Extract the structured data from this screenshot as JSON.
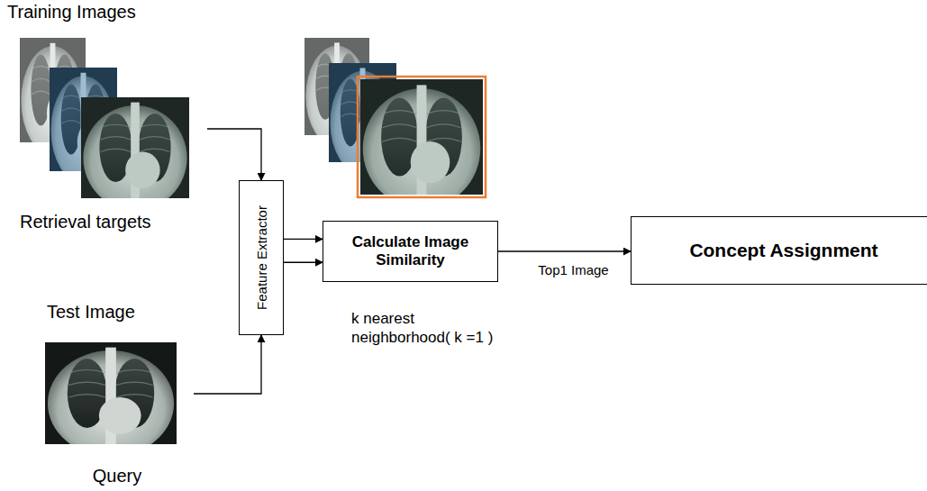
{
  "diagram": {
    "nodes": [
      {
        "text": [
          "Training Images",
          "Retrieval targets"
        ]
      },
      {
        "text": [
          "Test Image",
          "Query"
        ]
      },
      {
        "text": [
          "Feature Extractor"
        ]
      },
      {
        "text": [
          "Calculate Image Similarity"
        ]
      },
      {
        "text": [
          "Concept Assignment"
        ]
      }
    ],
    "edges": [
      {
        "from": 0,
        "to": 2,
        "arrow": "to"
      },
      {
        "from": 1,
        "to": 2,
        "arrow": "to"
      },
      {
        "from": 2,
        "to": 3,
        "arrow": "to"
      },
      {
        "from": 2,
        "to": 3,
        "arrow": "to"
      },
      {
        "from": 3,
        "to": 4,
        "label": "Top1 Image",
        "arrow": "to"
      }
    ],
    "labels": [
      "k nearest neighborhood( k =1 )"
    ]
  }
}
